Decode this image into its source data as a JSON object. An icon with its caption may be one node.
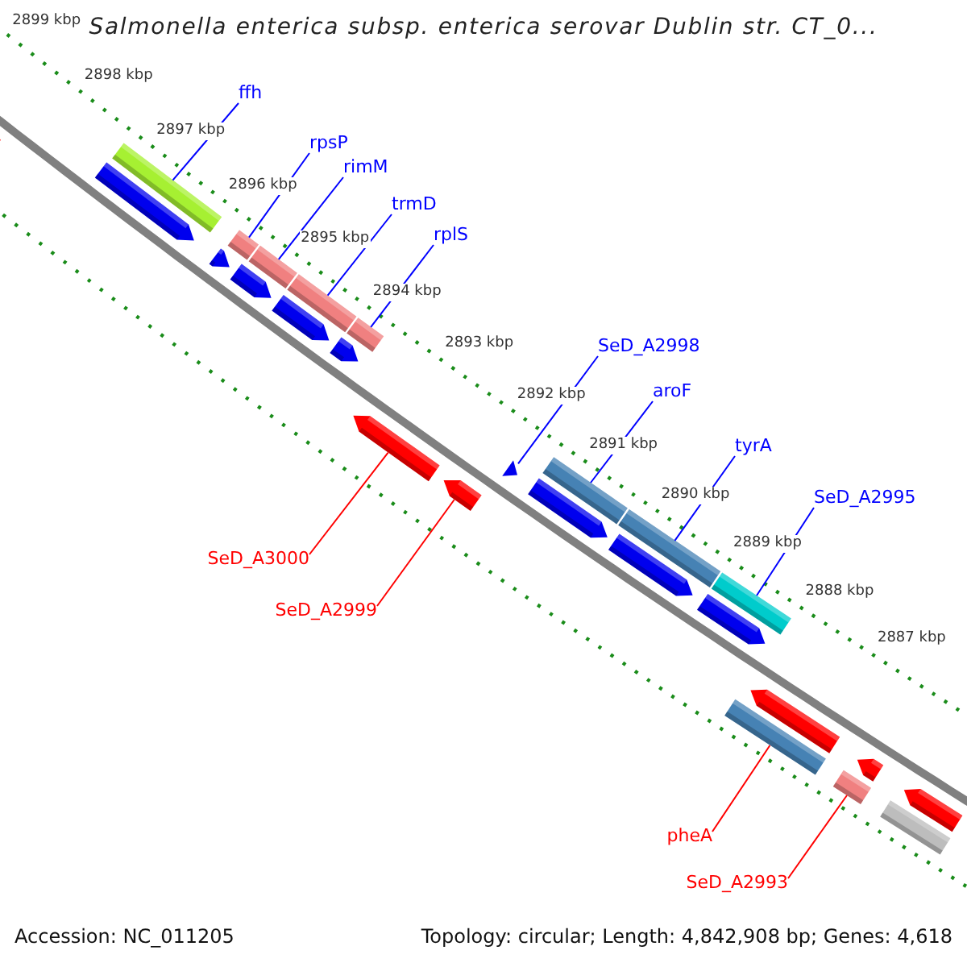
{
  "diagram": {
    "title": "Salmonella enterica subsp. enterica serovar Dublin str. CT_0...",
    "nodes": [
      {
        "text": [
          "ffh"
        ]
      },
      {
        "text": [
          "rpsP"
        ]
      },
      {
        "text": [
          "rimM"
        ]
      },
      {
        "text": [
          "trmD"
        ]
      },
      {
        "text": [
          "rplS"
        ]
      },
      {
        "text": [
          "SeD_A2998"
        ]
      },
      {
        "text": [
          "aroF"
        ]
      },
      {
        "text": [
          "tyrA"
        ]
      },
      {
        "text": [
          "SeD_A2995"
        ]
      },
      {
        "text": [
          "SeD_A3000"
        ]
      },
      {
        "text": [
          "SeD_A2999"
        ]
      },
      {
        "text": [
          "pheA"
        ]
      },
      {
        "text": [
          "SeD_A2993"
        ]
      },
      {
        "text": [],
        "shape": "bar"
      },
      {
        "text": [],
        "shape": "bar"
      },
      {
        "text": [],
        "shape": "bar"
      },
      {
        "text": [],
        "shape": "bar"
      },
      {
        "text": [],
        "shape": "bar"
      },
      {
        "text": [],
        "shape": "bar"
      },
      {
        "text": [],
        "shape": "bar"
      },
      {
        "text": [],
        "shape": "bar"
      },
      {
        "text": [],
        "shape": "bar"
      },
      {
        "text": [],
        "shape": "bar"
      },
      {
        "text": [],
        "shape": "bar"
      },
      {
        "text": [],
        "shape": "bar"
      },
      {
        "text": [],
        "shape": "bar"
      },
      {
        "text": [],
        "shape": "bar"
      },
      {
        "text": [],
        "shape": "bar"
      },
      {
        "text": [],
        "shape": "bar"
      },
      {
        "text": [],
        "shape": "bar"
      },
      {
        "text": [],
        "shape": "bar"
      },
      {
        "text": [],
        "shape": "bar"
      },
      {
        "text": [],
        "shape": "bar"
      },
      {
        "text": [],
        "shape": "bar"
      },
      {
        "text": [],
        "shape": "bar"
      },
      {
        "text": [],
        "shape": "bar"
      },
      {
        "text": [],
        "shape": "bar"
      },
      {
        "text": [],
        "shape": "bar"
      },
      {
        "text": [],
        "shape": "bar"
      }
    ],
    "edges": [
      {
        "from": 0,
        "to": 13,
        "arrow": "none"
      },
      {
        "from": 1,
        "to": 14,
        "arrow": "none"
      },
      {
        "from": 2,
        "to": 15,
        "arrow": "none"
      },
      {
        "from": 3,
        "to": 16,
        "arrow": "none"
      },
      {
        "from": 4,
        "to": 17,
        "arrow": "none"
      },
      {
        "from": 5,
        "to": 26,
        "arrow": "none"
      },
      {
        "from": 6,
        "to": 18,
        "arrow": "none"
      },
      {
        "from": 7,
        "to": 19,
        "arrow": "none"
      },
      {
        "from": 8,
        "to": 20,
        "arrow": "none"
      },
      {
        "from": 9,
        "to": 31,
        "arrow": "none",
        "color": "#ff0000"
      },
      {
        "from": 10,
        "to": 32,
        "arrow": "none",
        "color": "#ff0000"
      },
      {
        "from": 11,
        "to": 36,
        "arrow": "none",
        "color": "#ff0000"
      },
      {
        "from": 12,
        "to": 37,
        "arrow": "none",
        "color": "#ff0000"
      }
    ],
    "labels": [
      "2899 kbp",
      "2898 kbp",
      "2897 kbp",
      "2896 kbp",
      "2895 kbp",
      "2894 kbp",
      "2893 kbp",
      "2892 kbp",
      "2891 kbp",
      "2890 kbp",
      "2889 kbp",
      "2888 kbp",
      "2887 kbp",
      "Accession: NC_011205",
      "Topology: circular; Length: 4,842,908 bp; Genes: 4,618"
    ]
  }
}
